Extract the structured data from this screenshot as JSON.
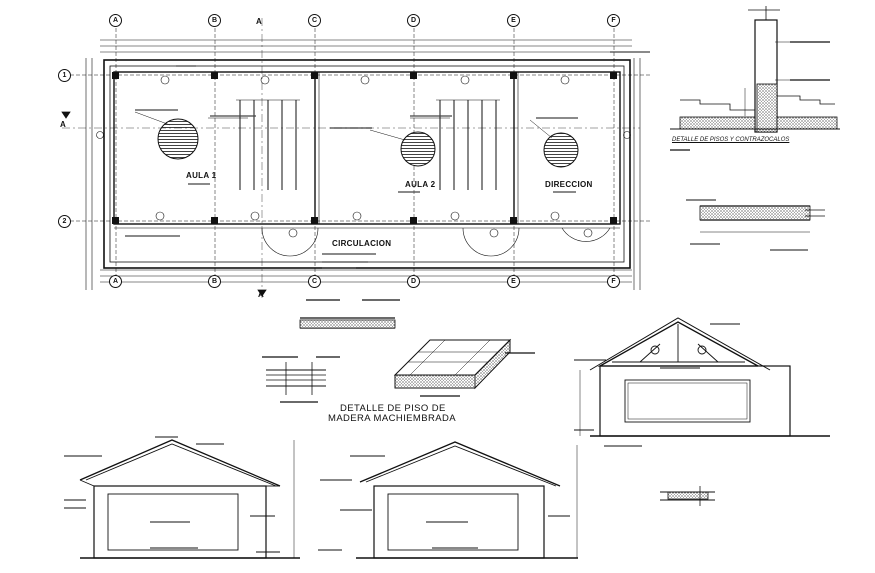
{
  "axes_letters": [
    "A",
    "B",
    "C",
    "D",
    "E",
    "F"
  ],
  "axes_numbers": [
    "1",
    "2"
  ],
  "section_mark": "A",
  "rooms": {
    "aula1": "AULA 1",
    "aula2": "AULA 2",
    "direccion": "DIRECCION",
    "circulacion": "CIRCULACION"
  },
  "details": {
    "piso_madera_line1": "DETALLE DE PISO DE",
    "piso_madera_line2": "MADERA MACHIEMBRADA",
    "pisos_contrazocalos": "DETALLE DE PISOS Y CONTRAZOCALOS"
  }
}
